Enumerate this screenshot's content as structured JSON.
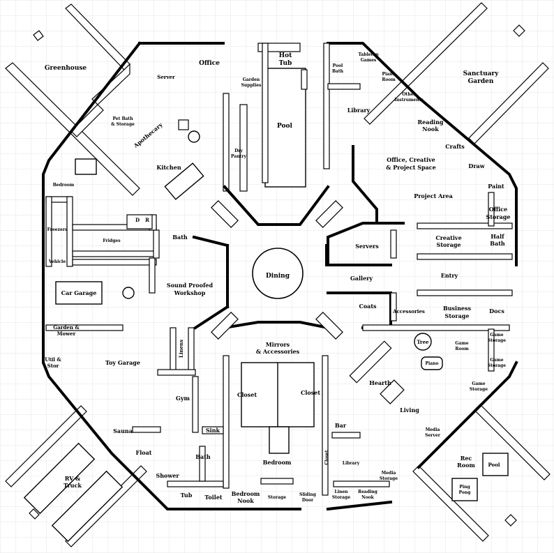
{
  "rooms": {
    "greenhouse": "Greenhouse",
    "server": "Server",
    "office": "Office",
    "hot_tub": "Hot Tub",
    "pool_bath": "Pool Bath",
    "tabletop_games": "Tabletop Games",
    "piano_room": "Piano Room",
    "other_instruments": "Other Instruments",
    "sanctuary_garden": "Sanctuary Garden",
    "pet_bath": "Pet Bath & Storage",
    "garden_supplies": "Garden Supplies",
    "apothecary": "Apothecary",
    "pool": "Pool",
    "library_top": "Library",
    "reading_nook_top": "Reading Nook",
    "crafts": "Crafts",
    "draw": "Draw",
    "paint": "Paint",
    "office_creative": "Office, Creative & Project Space",
    "kitchen": "Kitchen",
    "dry_pantry": "Dry Pantry",
    "bedroom_left": "Bedroom",
    "project_area": "Project Area",
    "office_storage": "Office Storage",
    "freezers": "Freezers",
    "fridges": "Fridges",
    "bath_top": "Bath",
    "servers": "Servers",
    "creative_storage": "Creative Storage",
    "half_bath": "Half Bath",
    "vehicle": "Vehicle",
    "dining": "Dining",
    "gallery": "Gallery",
    "entry": "Entry",
    "car_garage": "Car Garage",
    "sound_proofed": "Sound Proofed Workshop",
    "coats": "Coats",
    "accessories": "Accessories",
    "business_storage": "Business Storage",
    "docs": "Docs",
    "garden_mower": "Garden & Mower",
    "mirrors": "Mirrors & Accessories",
    "tree": "Tree",
    "game_room": "Game Room",
    "game_storage_1": "Game Storage",
    "game_storage_2": "Game Storage",
    "util_stor": "Util & Stor",
    "toy_garage": "Toy Garage",
    "linens": "Linens",
    "piano": "Piano",
    "hearth": "Hearth",
    "game_storage_3": "Game Storage",
    "closet_left": "Closet",
    "closet_right": "Closet",
    "gym": "Gym",
    "living": "Living",
    "sauna": "Sauna",
    "sink": "Sink",
    "bar": "Bar",
    "media_server": "Media Server",
    "float": "Float",
    "bath_bottom": "Bath",
    "bedroom_center": "Bedroom",
    "library_bottom": "Library",
    "rec_room": "Rec Room",
    "pool_small": "Pool",
    "shower": "Shower",
    "media_storage": "Media Storage",
    "rv_truck": "RV & Truck",
    "ping_pong": "Ping Pong",
    "tub": "Tub",
    "toilet": "Toilet",
    "bedroom_nook": "Bedroom Nook",
    "storage_bottom": "Storage",
    "sliding_door": "Sliding Door",
    "linen_storage": "Linen Storage",
    "reading_nook_bottom": "Reading Nook",
    "closet_vertical": "Closet",
    "dr_d": "D",
    "dr_r": "R"
  }
}
